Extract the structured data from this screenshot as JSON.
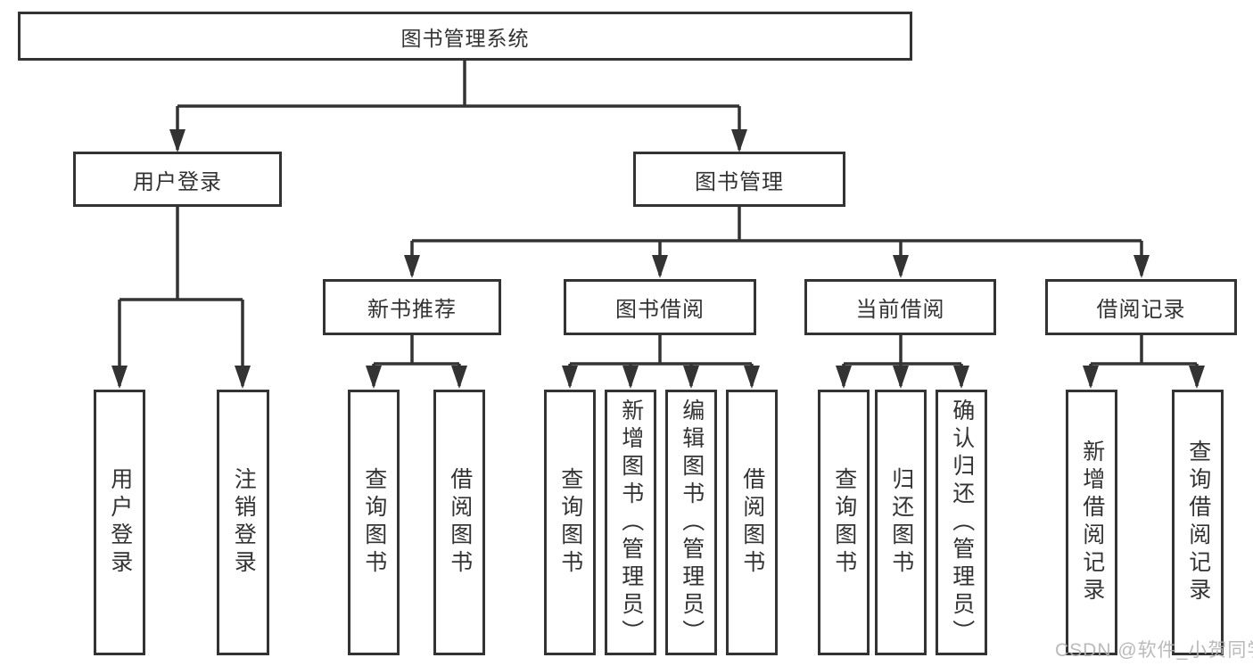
{
  "colors": {
    "line": "#333333",
    "text": "#333333",
    "watermark": "#b3b3b3"
  },
  "watermark": {
    "text": "CSDN @软件_小贺同学"
  },
  "tree": {
    "root": {
      "label": "图书管理系统"
    },
    "children": [
      {
        "label": "用户登录",
        "children": [
          {
            "label": "用户登录"
          },
          {
            "label": "注销登录"
          }
        ]
      },
      {
        "label": "图书管理",
        "children": [
          {
            "label": "新书推荐",
            "children": [
              {
                "label": "查询图书"
              },
              {
                "label": "借阅图书"
              }
            ]
          },
          {
            "label": "图书借阅",
            "children": [
              {
                "label": "查询图书"
              },
              {
                "label": "新增图书（管理员）"
              },
              {
                "label": "编辑图书（管理员）"
              },
              {
                "label": "借阅图书"
              }
            ]
          },
          {
            "label": "当前借阅",
            "children": [
              {
                "label": "查询图书"
              },
              {
                "label": "归还图书"
              },
              {
                "label": "确认归还（管理员）"
              }
            ]
          },
          {
            "label": "借阅记录",
            "children": [
              {
                "label": "新增借阅记录"
              },
              {
                "label": "查询借阅记录"
              }
            ]
          }
        ]
      }
    ]
  }
}
